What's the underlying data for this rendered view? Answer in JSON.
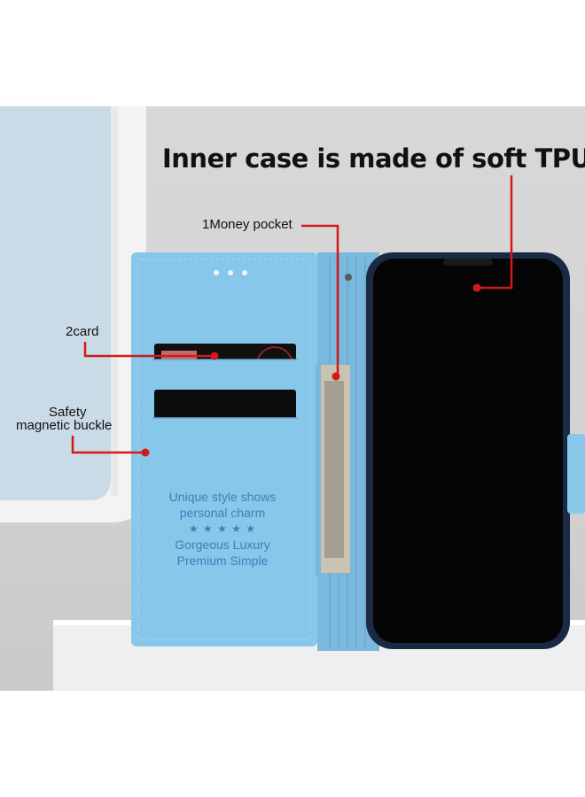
{
  "headline": "Inner case is made of soft TPU",
  "callouts": {
    "money_pocket": "1Money pocket",
    "card": "2card",
    "buckle_line1": "Safety",
    "buckle_line2": "magnetic buckle"
  },
  "case_print": {
    "line1": "Unique style shows",
    "line2": "personal charm",
    "stars": "★ ★ ★ ★ ★",
    "line3": "Gorgeous  Luxury",
    "line4": "Premium  Simple"
  },
  "colors": {
    "case": "#86c7ea",
    "callout_line": "#d21a1a",
    "phone_screen": "#050505",
    "background": "#d4d4d4"
  }
}
